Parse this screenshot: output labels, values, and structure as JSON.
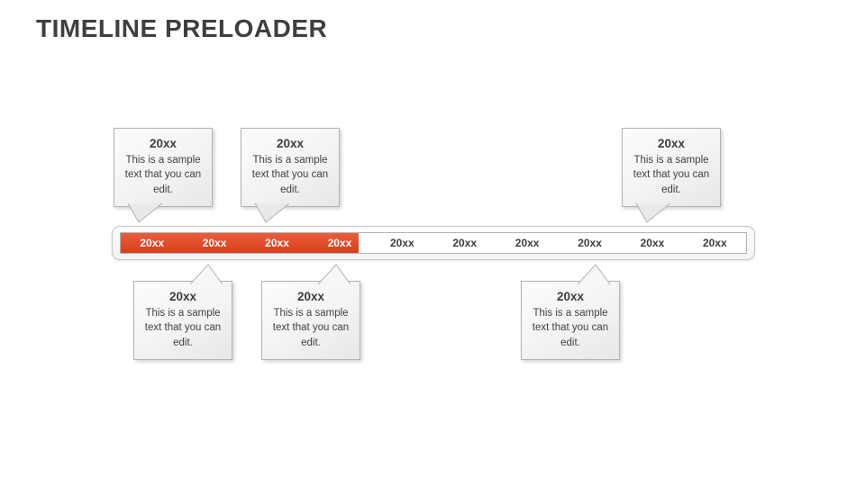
{
  "slide": {
    "title": "TIMELINE PRELOADER",
    "background": "#ffffff"
  },
  "colors": {
    "accent": "#e8431c",
    "text_dark": "#3f3f3f",
    "callout_border": "#b2b2b2",
    "bar_border": "#c6c6c6"
  },
  "timeline": {
    "progress_percent": 38,
    "segments": [
      {
        "label": "20xx",
        "filled": true
      },
      {
        "label": "20xx",
        "filled": true
      },
      {
        "label": "20xx",
        "filled": true
      },
      {
        "label": "20xx",
        "filled": true
      },
      {
        "label": "20xx",
        "filled": false
      },
      {
        "label": "20xx",
        "filled": false
      },
      {
        "label": "20xx",
        "filled": false
      },
      {
        "label": "20xx",
        "filled": false
      },
      {
        "label": "20xx",
        "filled": false
      },
      {
        "label": "20xx",
        "filled": false
      }
    ]
  },
  "callouts_top": [
    {
      "year": "20xx",
      "text": "This is a sample text that you can edit."
    },
    {
      "year": "20xx",
      "text": "This is a sample text that you can edit."
    },
    {
      "year": "20xx",
      "text": "This is a sample text that you can edit."
    }
  ],
  "callouts_bottom": [
    {
      "year": "20xx",
      "text": "This is a sample text that you can edit."
    },
    {
      "year": "20xx",
      "text": "This is a sample text that you can edit."
    },
    {
      "year": "20xx",
      "text": "This is a sample text that you can edit."
    }
  ]
}
